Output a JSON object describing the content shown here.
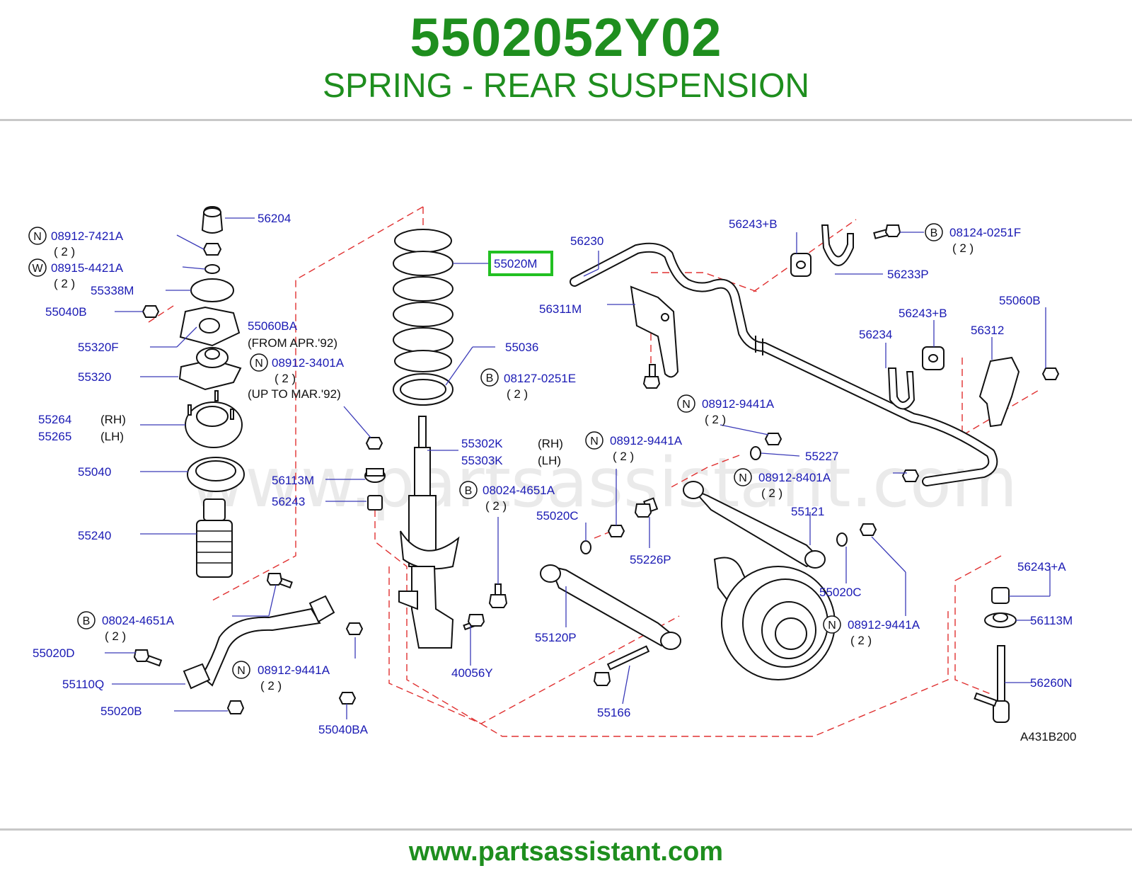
{
  "header": {
    "part_number": "5502052Y02",
    "title": "SPRING - REAR SUSPENSION"
  },
  "footer": {
    "url": "www.partsassistant.com"
  },
  "diagram": {
    "code": "A431B200",
    "watermark": "www.partsassistant.com",
    "highlight_color": "#22c022",
    "labels": {
      "l56204": "56204",
      "l08912_7421A": "08912-7421A",
      "q_7421": "( 2 )",
      "l08915_4421A": "08915-4421A",
      "q_4421": "( 2 )",
      "l55338M": "55338M",
      "l55040B": "55040B",
      "l55060BA": "55060BA",
      "note_from": "(FROM APR.'92)",
      "l55320F": "55320F",
      "l08912_3401A": "08912-3401A",
      "q_3401": "( 2 )",
      "note_up_to": "(UP TO MAR.'92)",
      "l55320": "55320",
      "l55264": "55264",
      "rh1": "(RH)",
      "l55265": "55265",
      "lh1": "(LH)",
      "l55040": "55040",
      "l56113M": "56113M",
      "l56243": "56243",
      "l55240": "55240",
      "l55020M": "55020M",
      "l55036": "55036",
      "l08127_0251E": "08127-0251E",
      "q_0251E": "( 2 )",
      "l55302K": "55302K",
      "rh2": "(RH)",
      "l55303K": "55303K",
      "lh2": "(LH)",
      "l08024_4651A_1": "08024-4651A",
      "q_4651_1": "( 2 )",
      "l55020C_1": "55020C",
      "l08024_4651A_2": "08024-4651A",
      "q_4651_2": "( 2 )",
      "l55020D": "55020D",
      "l55110Q": "55110Q",
      "l08912_9441A_1": "08912-9441A",
      "q_9441_1": "( 2 )",
      "l55020B": "55020B",
      "l55040BA": "55040BA",
      "l40056Y": "40056Y",
      "l56230": "56230",
      "l56311M": "56311M",
      "l56243B_1": "56243+B",
      "l08124_0251F": "08124-0251F",
      "q_0251F": "( 2 )",
      "l56233P": "56233P",
      "l56243B_2": "56243+B",
      "l55060B": "55060B",
      "l56234": "56234",
      "l56312": "56312",
      "l08912_9441A_2": "08912-9441A",
      "q_9441_2": "( 2 )",
      "l08912_9441A_3": "08912-9441A",
      "q_9441_3": "( 2 )",
      "l55227": "55227",
      "l08912_8401A": "08912-8401A",
      "q_8401": "( 2 )",
      "l55121": "55121",
      "l55226P": "55226P",
      "l55020C_2": "55020C",
      "l08912_9441A_4": "08912-9441A",
      "q_9441_4": "( 2 )",
      "l55120P": "55120P",
      "l55166": "55166",
      "l56243A": "56243+A",
      "l56113M_2": "56113M",
      "l56260N": "56260N"
    },
    "badges": {
      "b1": "N",
      "b2": "W",
      "b3": "N",
      "b4": "B",
      "b5": "B",
      "b6": "B",
      "b7": "N",
      "b8": "B",
      "b9": "N",
      "b10": "N",
      "b11": "N",
      "b12": "N"
    }
  }
}
